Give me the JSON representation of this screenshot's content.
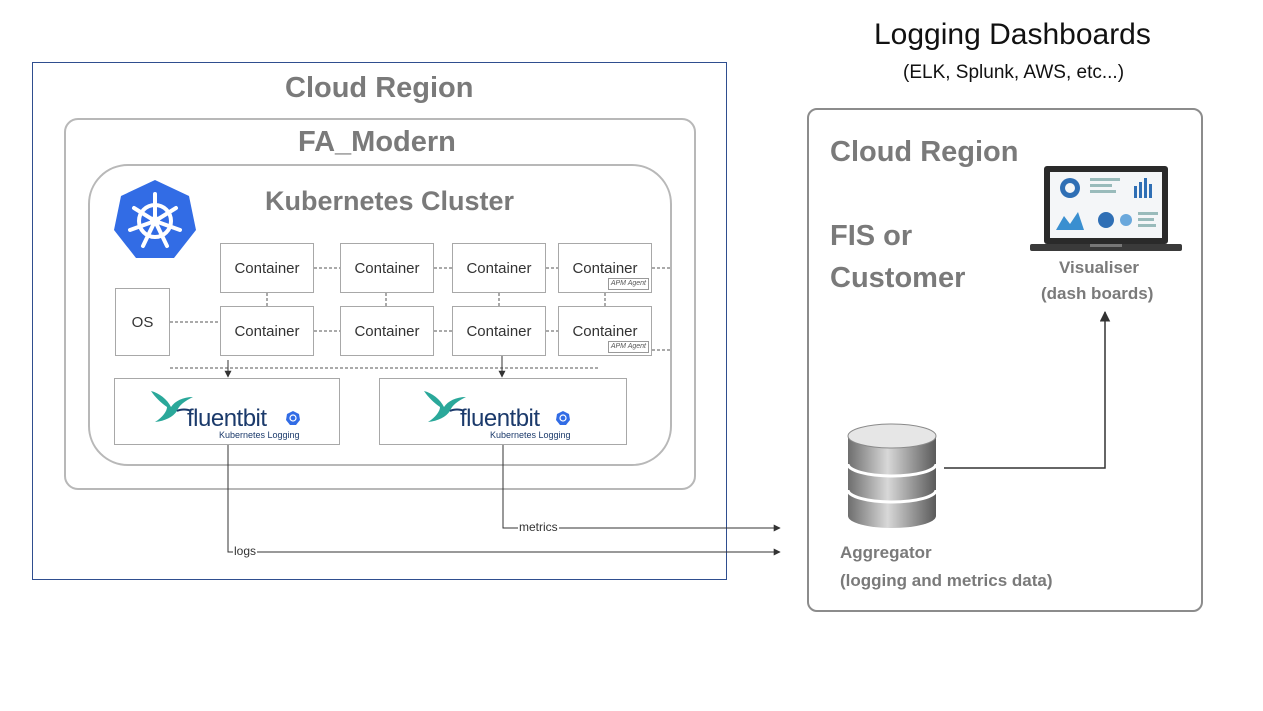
{
  "dashboards": {
    "title": "Logging Dashboards",
    "subtitle": "(ELK, Splunk, AWS, etc...)"
  },
  "left_region": {
    "title": "Cloud Region",
    "fa_title": "FA_Modern",
    "cluster_title": "Kubernetes Cluster",
    "os_label": "OS",
    "containers_row1": [
      "Container",
      "Container",
      "Container",
      "Container"
    ],
    "containers_row2": [
      "Container",
      "Container",
      "Container",
      "Container"
    ],
    "apm_label": "APM Agent",
    "fluentbit": [
      {
        "word": "fluentbit",
        "subtitle": "Kubernetes Logging"
      },
      {
        "word": "fluentbit",
        "subtitle": "Kubernetes Logging"
      }
    ],
    "edges": {
      "logs": "logs",
      "metrics": "metrics"
    }
  },
  "right_region": {
    "title": "Cloud Region",
    "owner_line1": "FIS or",
    "owner_line2": "Customer",
    "visualiser_line1": "Visualiser",
    "visualiser_line2": "(dash boards)",
    "aggregator_line1": "Aggregator",
    "aggregator_line2": "(logging and metrics data)"
  },
  "colors": {
    "k8s_blue": "#326ce5",
    "fluent_teal": "#2aa89a",
    "frame_blue": "#2f4e8f"
  }
}
